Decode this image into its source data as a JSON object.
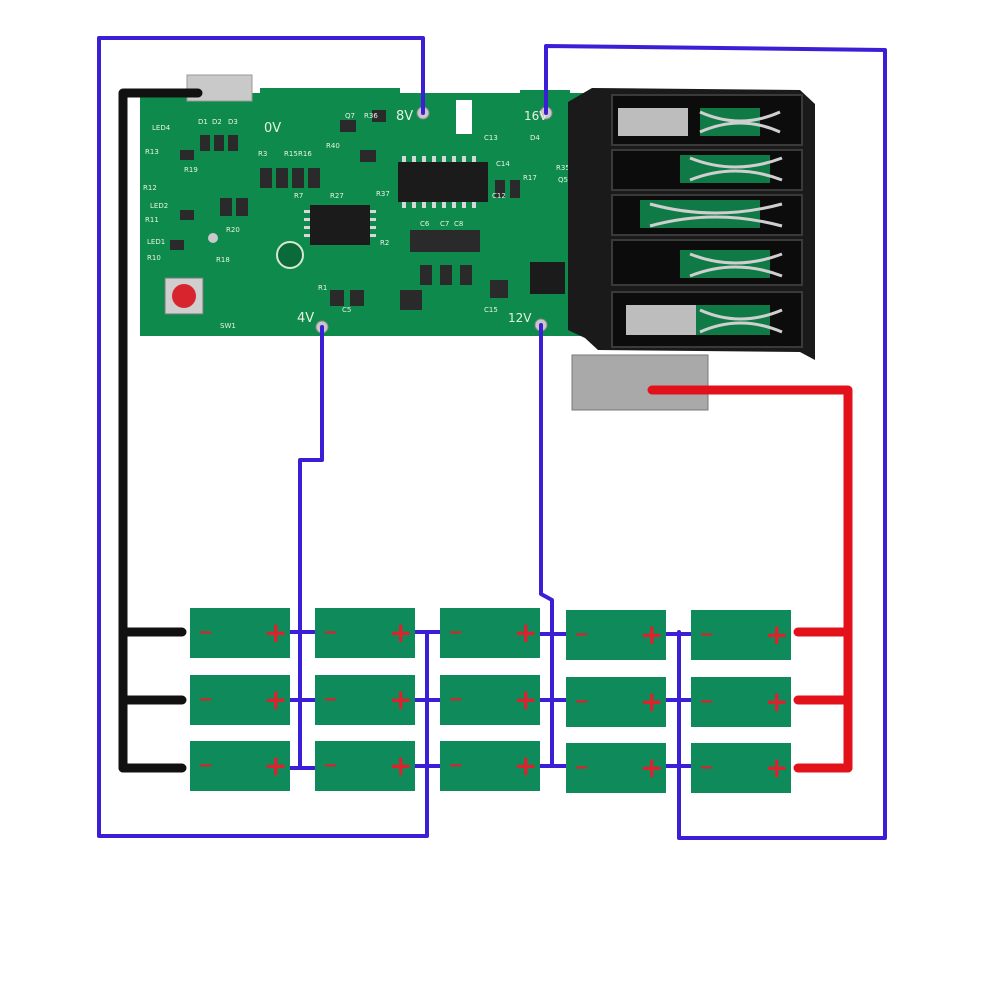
{
  "colors": {
    "pcb": "#0e8a4c",
    "pcb_dark": "#0a6a39",
    "cell": "#0f8a5a",
    "wire_blue": "#3b1fd6",
    "wire_black": "#111111",
    "wire_red": "#e3121a",
    "connector": "#1a1a1a",
    "sign": "#e0202b"
  },
  "pcb": {
    "pads": [
      "0V",
      "8V",
      "16V",
      "4V",
      "12V"
    ],
    "designators": [
      "LED4",
      "LED2",
      "LED1",
      "D1",
      "D2",
      "D3",
      "Q7",
      "R36",
      "R40",
      "R35",
      "D4",
      "R17",
      "Q5",
      "R27",
      "R7",
      "R20",
      "R18",
      "R10",
      "R11",
      "R12",
      "R13",
      "R15",
      "R16",
      "R19",
      "SW1",
      "C5",
      "C6",
      "C7",
      "C8",
      "C12",
      "C13",
      "C14",
      "C15",
      "R3",
      "R1",
      "R2",
      "R37"
    ]
  },
  "cells": {
    "negative_sign": "−",
    "positive_sign": "+"
  }
}
